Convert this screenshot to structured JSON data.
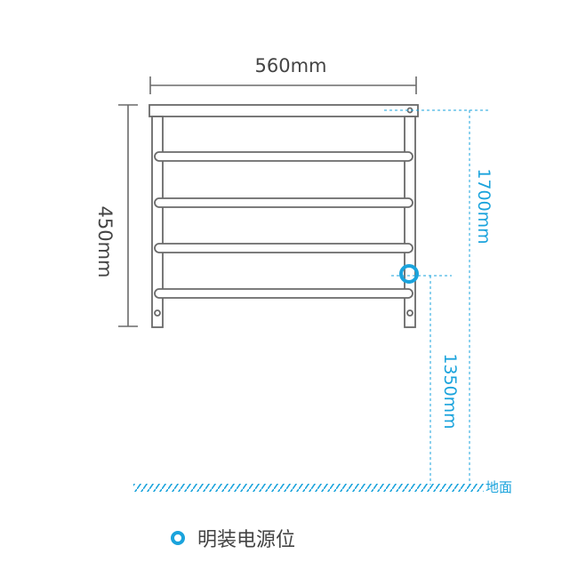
{
  "diagram": {
    "width_label": "560mm",
    "height_label": "450mm",
    "top_height_label": "1700mm",
    "outlet_height_label": "1350mm",
    "ground_label": "地面",
    "legend_label": "明装电源位"
  },
  "colors": {
    "line": "#6a6a6a",
    "accent": "#1aa3dc",
    "text": "#444444"
  }
}
